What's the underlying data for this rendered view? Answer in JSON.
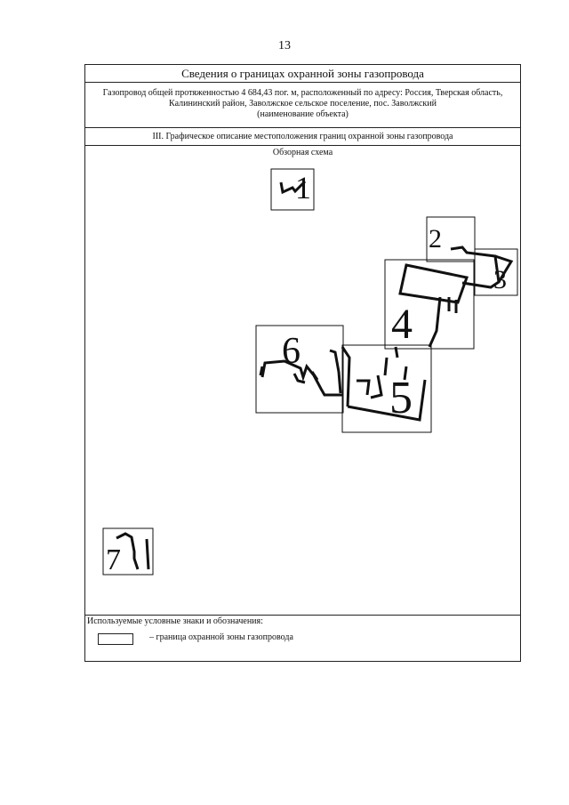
{
  "page_number": "13",
  "title": "Сведения о границах охранной зоны газопровода",
  "object": {
    "line1": "Газопровод общей протяженностью 4 684,43 пог. м, расположенный по адресу: Россия, Тверская область,",
    "line2": "Калининский район, Заволжское сельское поселение, пос. Заволжский",
    "line3": "(наименование объекта)"
  },
  "section_title": "III. Графическое описание местоположения границ охранной зоны газопровода",
  "scheme_title": "Обзорная схема",
  "sheets": [
    "1",
    "2",
    "3",
    "4",
    "5",
    "6",
    "7"
  ],
  "legend": {
    "heading": "Используемые условные знаки и обозначения:",
    "items": [
      {
        "symbol": "rectangle",
        "text": "–  граница охранной зоны газопровода"
      }
    ]
  }
}
